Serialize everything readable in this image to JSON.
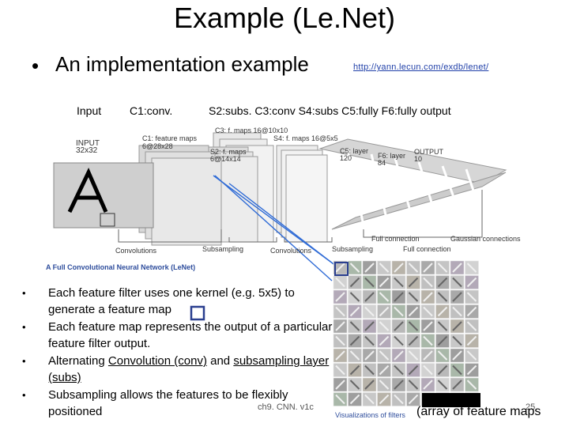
{
  "slide": {
    "title": "Example (Le.Net)",
    "subtitle_bullet": "•",
    "subtitle": "An implementation example",
    "link": "http://yann.lecun.com/exdb/lenet/",
    "layer_labels": [
      "Input",
      "C1:conv.",
      "S2:subs. C3:conv  S4:subs  C5:fully  F6:fully  output"
    ],
    "bullets": [
      {
        "segments": [
          {
            "t": "Each feature filter uses one kernel (e.g. 5x5) to generate a feature map",
            "u": false
          }
        ]
      },
      {
        "segments": [
          {
            "t": "Each feature map represents the output of a particular feature filter output.",
            "u": false
          }
        ]
      },
      {
        "segments": [
          {
            "t": "Alternating ",
            "u": false
          },
          {
            "t": "Convolution (conv)",
            "u": true
          },
          {
            "t": " and ",
            "u": false
          },
          {
            "t": "subsampling layer (subs)",
            "u": true
          }
        ]
      },
      {
        "segments": [
          {
            "t": "Subsampling allows the features to be flexibly positioned",
            "u": false
          }
        ]
      }
    ],
    "footer": "ch9. CNN. v1c",
    "page_number": "25",
    "array_label": "(array of feature maps"
  },
  "diagram": {
    "maps": {
      "input": "INPUT 32x32",
      "c1": "C1: feature maps 6@28x28",
      "s2": "S2: f. maps 6@14x14",
      "c3": "C3: f. maps 16@10x10",
      "s4": "S4: f. maps 16@5x5",
      "c5": "C5: layer 120",
      "f6": "F6: layer 84",
      "output": "OUTPUT 10"
    },
    "ops": {
      "convolutions_1": "Convolutions",
      "subsampling_1": "Subsampling",
      "convolutions_2": "Convolutions",
      "subsampling_2": "Subsampling",
      "full_connection_1": "Full connection",
      "full_connection_2": "Full connection",
      "gaussian": "Gaussian connections"
    },
    "caption": "A Full Convolutional Neural Network (LeNet)",
    "filters_caption": "Visualizations of filters"
  },
  "colors": {
    "link": "#1f3fa8",
    "caption": "#2e4d9c",
    "arrow": "#2f6bd6",
    "highlight_box": "#2a3f8f"
  }
}
